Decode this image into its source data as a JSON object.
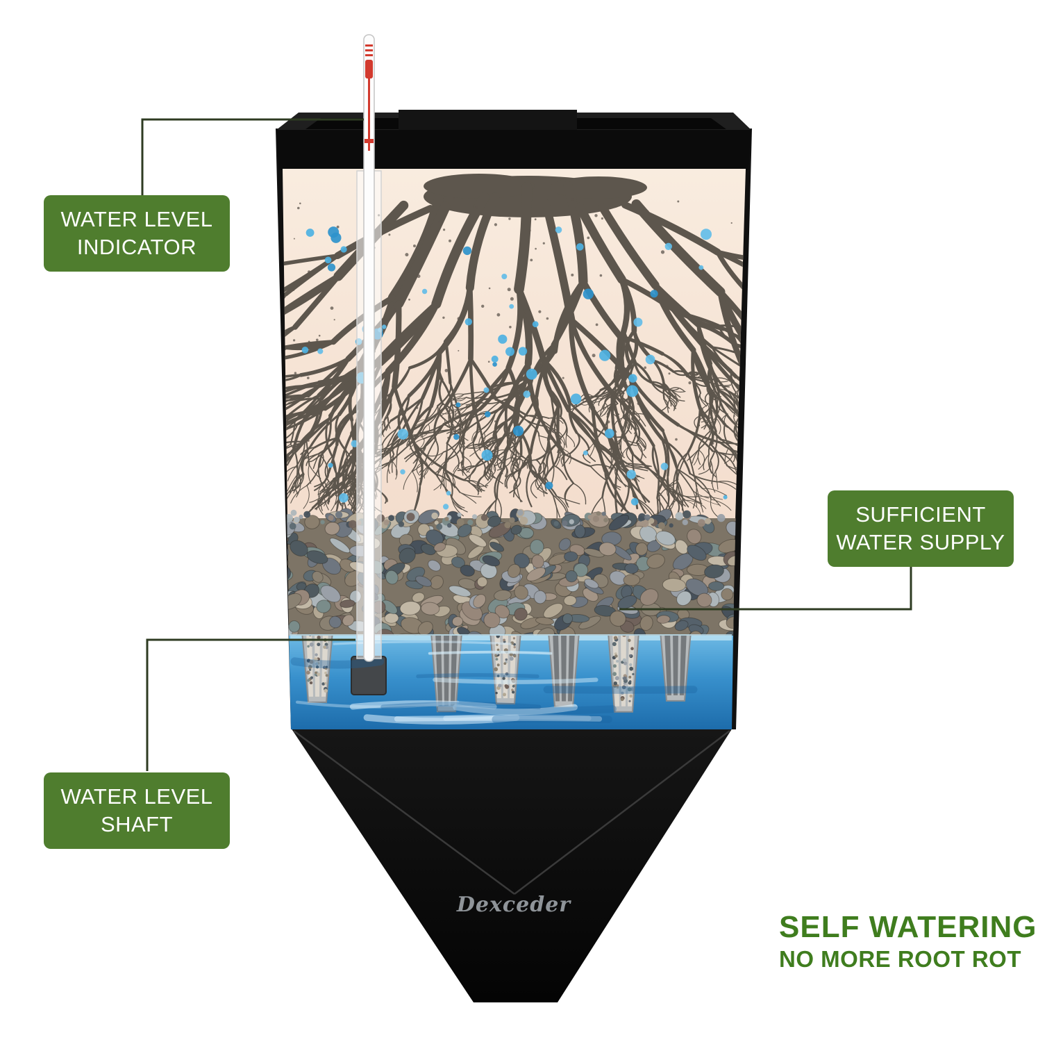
{
  "labels": {
    "water_level_indicator": {
      "line1": "WATER LEVEL",
      "line2": "INDICATOR"
    },
    "sufficient_water_supply": {
      "line1": "SUFFICIENT",
      "line2": "WATER SUPPLY"
    },
    "water_level_shaft": {
      "line1": "WATER LEVEL",
      "line2": "SHAFT"
    }
  },
  "callout": {
    "title": "SELF WATERING",
    "subtitle": "NO MORE ROOT ROT"
  },
  "brand": "Dexceder",
  "colors": {
    "label_background": "#4f7d2e",
    "label_text": "#ffffff",
    "callout_text": "#3f7d1e",
    "connector_line": "#2e3b22",
    "soil": "#f8e9da",
    "root": "#5d564d",
    "water_blue": "#2e86c6",
    "droplet_blue": "#4db1e2",
    "indicator_red": "#d23a2e",
    "planter_black": "#0b0b0b"
  }
}
